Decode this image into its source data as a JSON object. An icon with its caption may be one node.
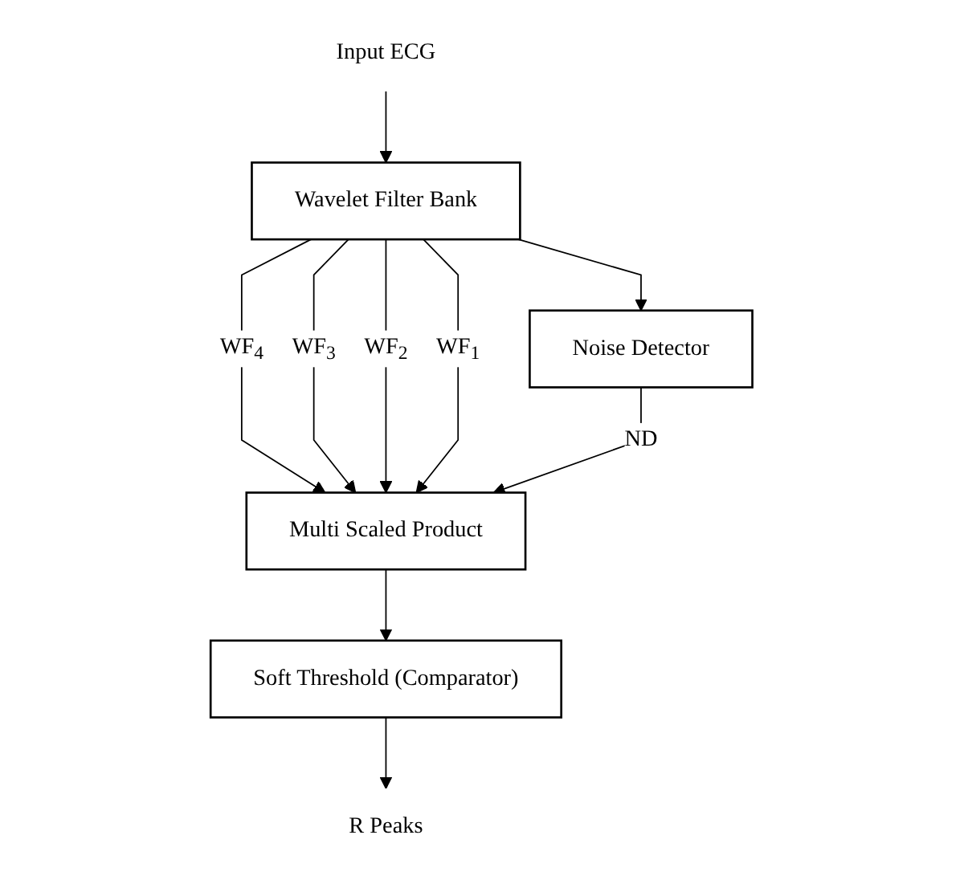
{
  "diagram": {
    "nodes": [
      {
        "text": [
          "Input ECG"
        ]
      },
      {
        "text": [
          "Wavelet Filter Bank"
        ]
      },
      {
        "text": [
          "Multi Scaled Product"
        ]
      },
      {
        "text": [
          "Noise Detector"
        ]
      },
      {
        "text": [
          "Soft Threshold (Comparator)"
        ]
      },
      {
        "text": [
          "R Peaks"
        ]
      }
    ],
    "edges": [
      {
        "from": 0,
        "to": 1,
        "arrow": "to"
      },
      {
        "from": 1,
        "to": 2,
        "label": "WF$_{4}$",
        "arrow": "to"
      },
      {
        "from": 1,
        "to": 2,
        "label": "WF$_{3}$",
        "arrow": "to"
      },
      {
        "from": 1,
        "to": 2,
        "label": "WF$_{2}$",
        "arrow": "to"
      },
      {
        "from": 1,
        "to": 2,
        "label": "WF$_{1}$",
        "arrow": "to"
      },
      {
        "from": 1,
        "to": 3,
        "arrow": "to"
      },
      {
        "from": 3,
        "to": 2,
        "label": "ND",
        "arrow": "to"
      },
      {
        "from": 2,
        "to": 4,
        "arrow": "to"
      },
      {
        "from": 4,
        "to": 5,
        "arrow": "to"
      }
    ]
  }
}
